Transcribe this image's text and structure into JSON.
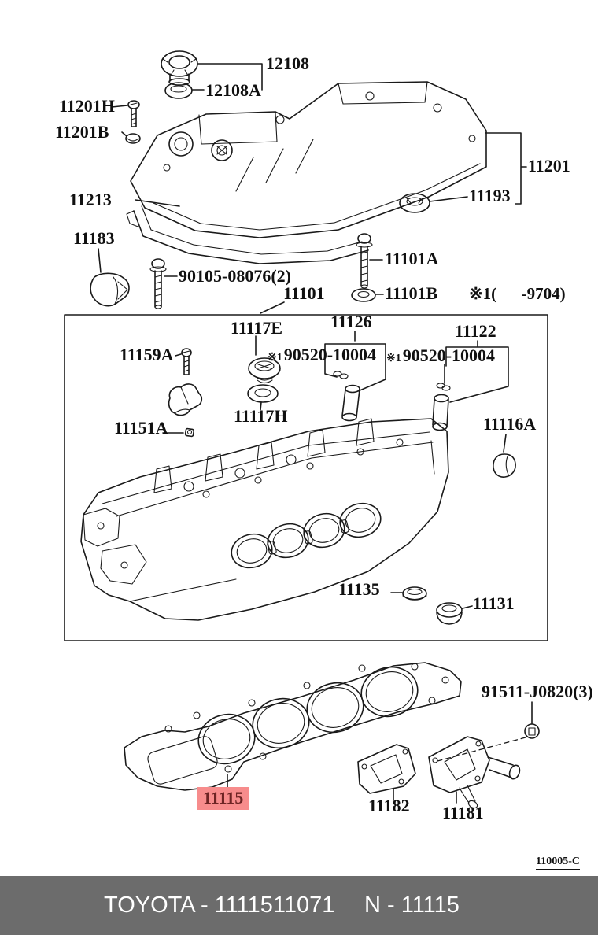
{
  "diagram": {
    "code": "110005-C",
    "note": "※1(      -9704)",
    "colors": {
      "line": "#1a1a1a",
      "highlight_bg": "#f78c8c",
      "highlight_text": "#6d2424",
      "footer_bg": "#6c6c6c",
      "footer_text": "#ffffff"
    },
    "parts": {
      "p12108": "12108",
      "p12108a": "12108A",
      "p11201h": "11201H",
      "p11201b": "11201B",
      "p11213": "11213",
      "p11201": "11201",
      "p11193": "11193",
      "p11183": "11183",
      "p90105": "90105-08076(2)",
      "p11101a": "11101A",
      "p11101b": "11101B",
      "p11101": "11101",
      "p11117e": "11117E",
      "p11126": "11126",
      "p11122": "11122",
      "p90520_1": {
        "prefix": "※1",
        "number": "90520-10004"
      },
      "p90520_2": {
        "prefix": "※1",
        "number": "90520-10004"
      },
      "p11159a": "11159A",
      "p11151a": "11151A",
      "p11117h": "11117H",
      "p11116a": "11116A",
      "p11135": "11135",
      "p11131": "11131",
      "p11115": "11115",
      "p91511": "91511-J0820(3)",
      "p11182": "11182",
      "p11181": "11181"
    }
  },
  "footer": {
    "left": "TOYOTA - 1111511071",
    "right": "N - 11115"
  }
}
